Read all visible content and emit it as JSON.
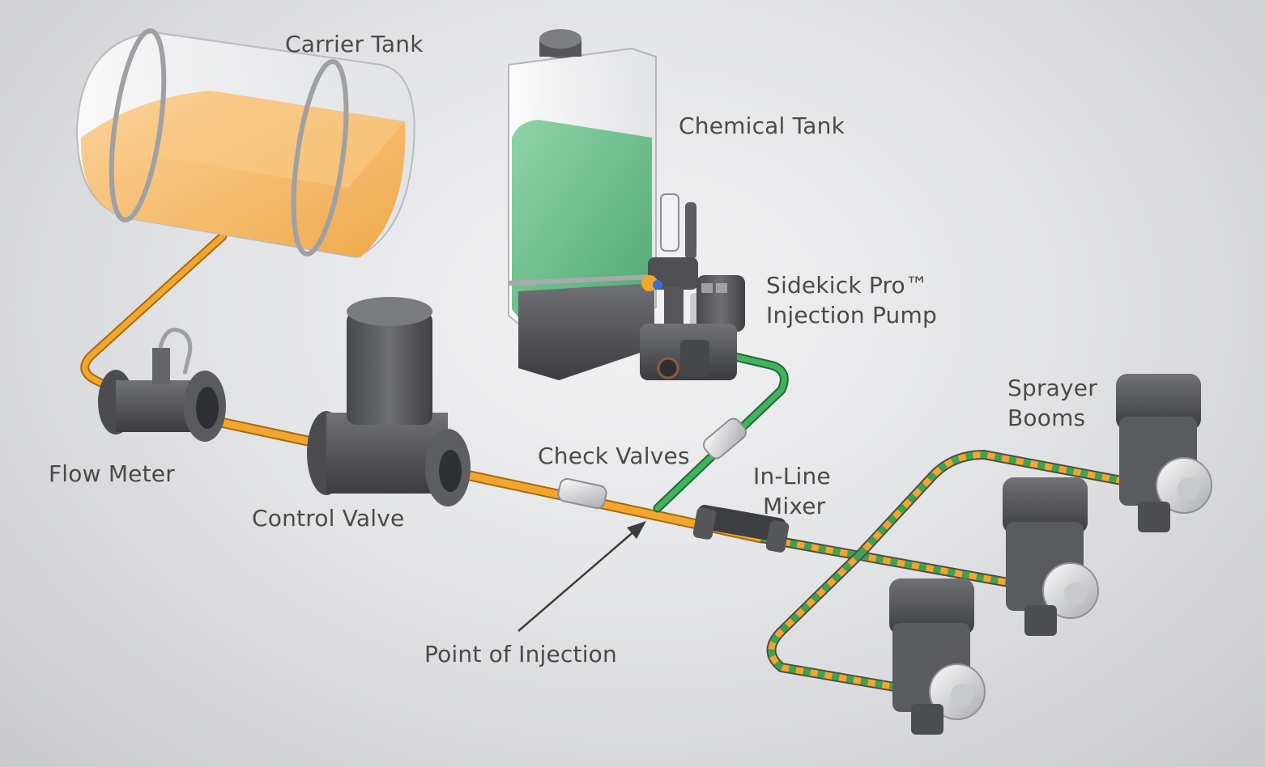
{
  "labels": {
    "carrier_tank": "Carrier Tank",
    "chemical_tank": "Chemical Tank",
    "pump_line1": "Sidekick Pro™",
    "pump_line2": "Injection Pump",
    "flow_meter": "Flow Meter",
    "control_valve": "Control Valve",
    "check_valves": "Check Valves",
    "mixer_line1": "In-Line",
    "mixer_line2": "Mixer",
    "sprayer_line1": "Sprayer",
    "sprayer_line2": "Booms",
    "point_of_injection": "Point of Injection"
  },
  "colors": {
    "carrier_liquid": "#f6b45a",
    "chemical_liquid": "#6cc08c",
    "hardware": "#5f6063",
    "mixed_stripe_a": "#f4a62c",
    "mixed_stripe_b": "#3fa34d"
  }
}
